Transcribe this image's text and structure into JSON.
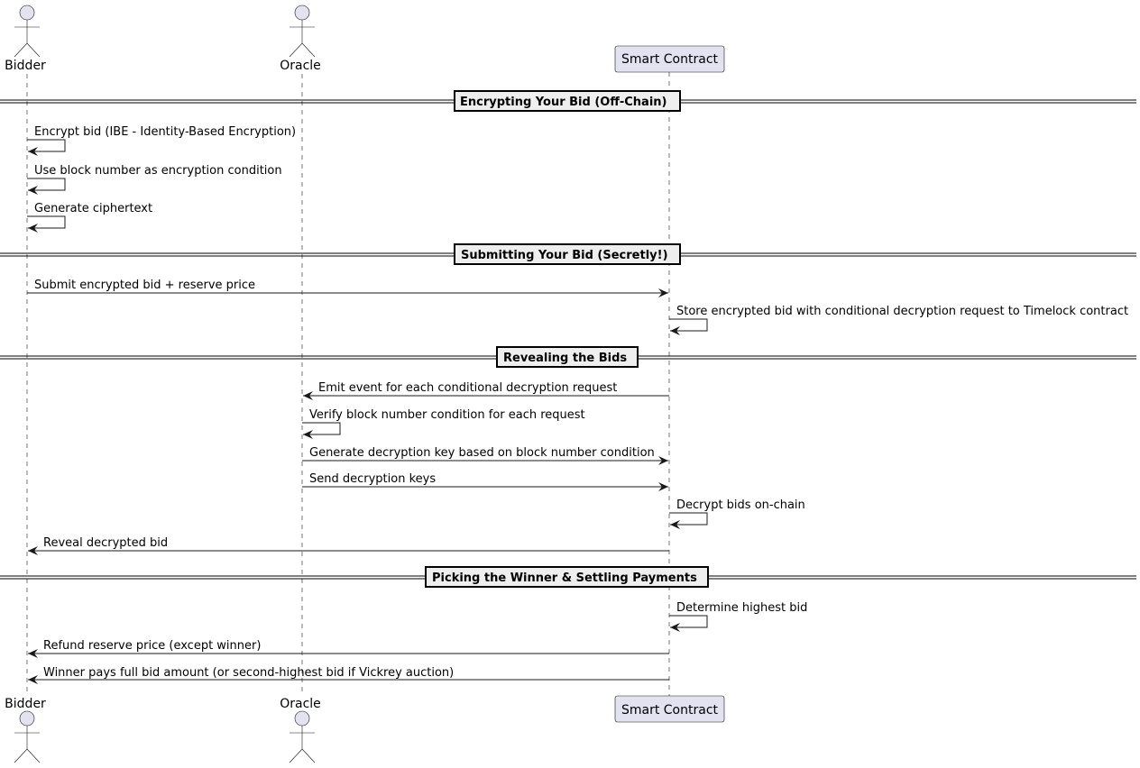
{
  "colors": {
    "participant_fill": "#E2E2F0",
    "participant_stroke": "#181818",
    "lifeline": "#181818",
    "section_fill": "#EEEEEE",
    "text": "#000000"
  },
  "participants": [
    {
      "id": "bidder",
      "label": "Bidder",
      "kind": "actor"
    },
    {
      "id": "oracle",
      "label": "Oracle",
      "kind": "actor"
    },
    {
      "id": "contract",
      "label": "Smart Contract",
      "kind": "participant"
    }
  ],
  "sections": [
    {
      "title": "Encrypting Your Bid (Off-Chain)"
    },
    {
      "title": "Submitting Your Bid (Secretly!)"
    },
    {
      "title": "Revealing the Bids"
    },
    {
      "title": "Picking the Winner & Settling Payments"
    }
  ],
  "messages": [
    {
      "from": "bidder",
      "to": "bidder",
      "text": "Encrypt bid (IBE - Identity-Based Encryption)"
    },
    {
      "from": "bidder",
      "to": "bidder",
      "text": "Use block number as encryption condition"
    },
    {
      "from": "bidder",
      "to": "bidder",
      "text": "Generate ciphertext"
    },
    {
      "from": "bidder",
      "to": "contract",
      "text": "Submit encrypted bid + reserve price"
    },
    {
      "from": "contract",
      "to": "contract",
      "text": "Store encrypted bid with conditional decryption request to Timelock contract"
    },
    {
      "from": "contract",
      "to": "oracle",
      "text": "Emit event for each conditional decryption request"
    },
    {
      "from": "oracle",
      "to": "oracle",
      "text": "Verify block number condition for each request"
    },
    {
      "from": "oracle",
      "to": "contract",
      "text": "Generate decryption key based on block number condition"
    },
    {
      "from": "oracle",
      "to": "contract",
      "text": "Send decryption keys"
    },
    {
      "from": "contract",
      "to": "contract",
      "text": "Decrypt bids on-chain"
    },
    {
      "from": "contract",
      "to": "bidder",
      "text": "Reveal decrypted bid"
    },
    {
      "from": "contract",
      "to": "contract",
      "text": "Determine highest bid"
    },
    {
      "from": "contract",
      "to": "bidder",
      "text": "Refund reserve price (except winner)"
    },
    {
      "from": "contract",
      "to": "bidder",
      "text": "Winner pays full bid amount (or second-highest bid if Vickrey auction)"
    }
  ]
}
